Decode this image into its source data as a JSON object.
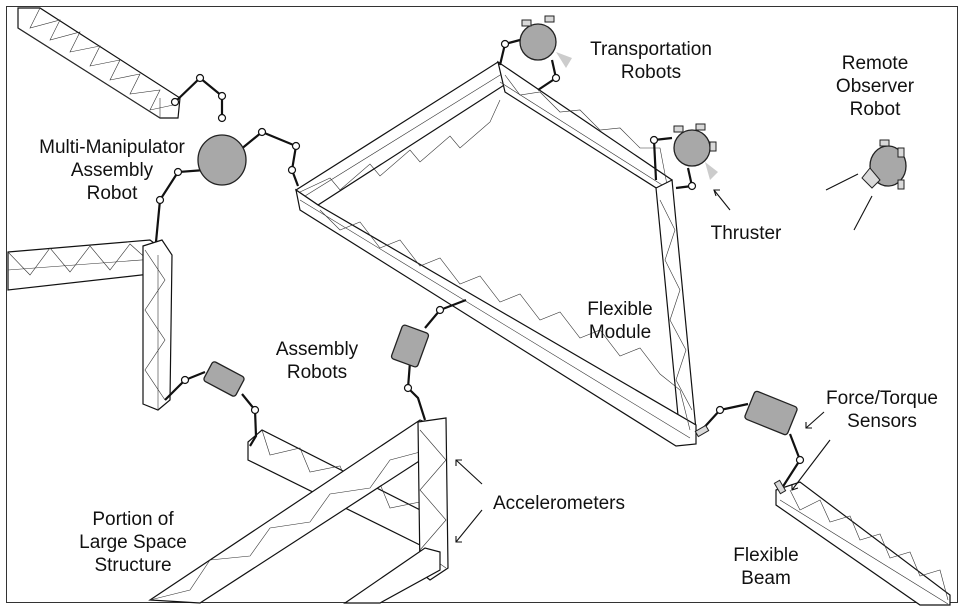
{
  "labels": {
    "multi_manipulator": "Multi-Manipulator\nAssembly\nRobot",
    "transportation": "Transportation\nRobots",
    "remote_observer": "Remote\nObserver\nRobot",
    "thruster": "Thruster",
    "flexible_module": "Flexible\nModule",
    "assembly_robots": "Assembly\nRobots",
    "force_torque": "Force/Torque\nSensors",
    "accelerometers": "Accelerometers",
    "portion": "Portion of\nLarge Space\nStructure",
    "flexible_beam": "Flexible\nBeam"
  },
  "colors": {
    "robot_body": "#a8a8a8",
    "thruster_plume": "#d0d0d0",
    "line": "#111111"
  }
}
